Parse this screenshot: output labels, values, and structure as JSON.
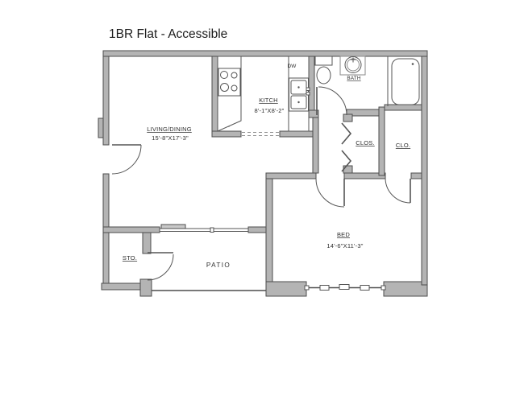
{
  "title": "1BR Flat - Accessible",
  "rooms": {
    "living_dining": {
      "label": "LIVING/DINING",
      "dims": "15'-8\"X17'-3\""
    },
    "kitchen": {
      "label": "KITCH",
      "dims": "8'-1\"X8'-2\""
    },
    "bath": {
      "label": "BATH"
    },
    "hall_closet": {
      "label": "CLOS."
    },
    "bedroom_closet": {
      "label": "CLO."
    },
    "bedroom": {
      "label": "BED",
      "dims": "14'-6\"X11'-3\""
    },
    "patio": {
      "label": "PATIO"
    },
    "storage": {
      "label": "STO."
    }
  },
  "appliances": {
    "dishwasher_label": "DW"
  },
  "colors": {
    "wall_fill": "#b4b4b4",
    "wall_outline": "#4d4d4d",
    "line_color": "#555555",
    "label_color": "#2e2e2e",
    "title_color": "#1c1c1c",
    "background": "#ffffff"
  }
}
